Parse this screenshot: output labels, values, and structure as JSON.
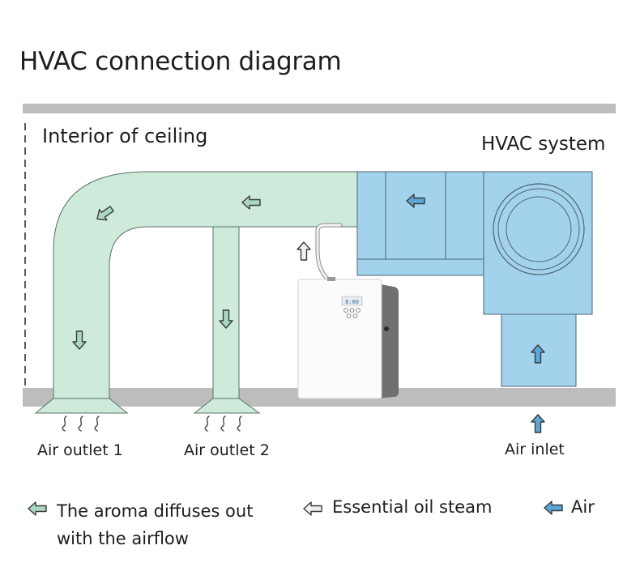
{
  "title": "HVAC connection diagram",
  "labels": {
    "interior": "Interior of ceiling",
    "hvac_system": "HVAC system",
    "outlet_1": "Air outlet 1",
    "outlet_2": "Air outlet 2",
    "inlet": "Air inlet"
  },
  "device": {
    "display_reading": "8:00"
  },
  "legend": {
    "aroma_line1": "The aroma diffuses out",
    "aroma_line2": "with the airflow",
    "steam": "Essential oil steam",
    "air": "Air"
  },
  "colors": {
    "duct_green": "#cdeadb",
    "duct_green_stroke": "#5c7268",
    "hvac_blue": "#a3d2ec",
    "hvac_blue_stroke": "#4f6472",
    "arrow_green": "#a8d8c2",
    "arrow_blue": "#5aa7d8",
    "arrow_white": "#f0f0f0",
    "ceiling_gray": "#bdbdbd"
  },
  "icons": {
    "aroma_arrow": "green-arrow-icon",
    "steam_arrow": "white-arrow-icon",
    "air_arrow": "blue-arrow-icon",
    "scent_waves": "scent-wave-icon"
  }
}
